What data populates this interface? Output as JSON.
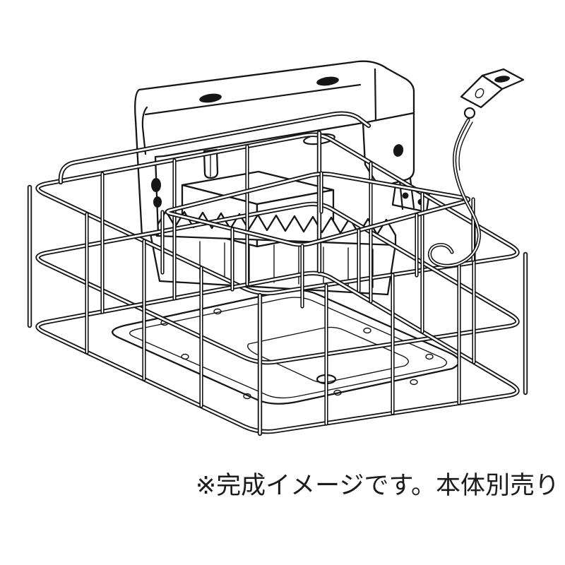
{
  "figure": {
    "background": "#ffffff",
    "line_color": "#161616",
    "subject": "line drawing of a wire guard cage assembled around a hanging LED high-bay light fixture",
    "parts": [
      "mounting-bracket",
      "wire-guard-cage",
      "fixture-body",
      "heatsink-fins",
      "bottom-plate",
      "safety-wire",
      "safety-wire-bracket"
    ]
  },
  "caption": {
    "text": "※完成イメージです。本体別売り"
  }
}
